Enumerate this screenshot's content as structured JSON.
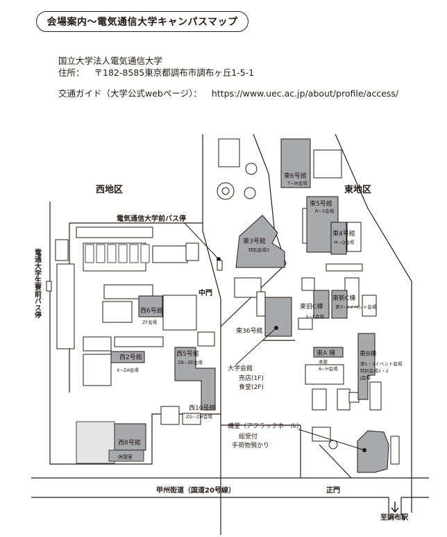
{
  "header": {
    "title": "会場案内〜電気通信大学キャンパスマップ",
    "university": "国立大学法人電気通信大学",
    "address_label": "住所：",
    "address": "〒182-8585東京都調布市調布ヶ丘1-5-1",
    "access_label": "交通ガイド（大学公式webページ）：",
    "access_url": "https://www.uec.ac.jp/about/profile/access/"
  },
  "map": {
    "areas": {
      "west": "西地区",
      "east": "東地区"
    },
    "bus_stops": {
      "uec": "電気通信大学前バス停",
      "seimei": "電通大学生寮前バス停"
    },
    "gates": {
      "middle": "中門",
      "main": "正門"
    },
    "roads": {
      "koshu": "甲州街道（国道20号線）",
      "station": "至調布駅"
    },
    "buildings": {
      "e6": {
        "name": "東6号館",
        "sub": "T~W会場"
      },
      "e5": {
        "name": "東5号館",
        "sub": "R~S会場"
      },
      "e4": {
        "name": "東4号館",
        "sub": "M~Q会場"
      },
      "e3": {
        "name": "東3号館",
        "sub": "特別会場3"
      },
      "w6": {
        "name": "西6号館",
        "sub": "ZF会場"
      },
      "oldc": {
        "name": "東旧C棟",
        "sub": "k~L会場"
      },
      "newc": {
        "name": "東新C棟",
        "sub": "第3~5イベント会場"
      },
      "e36": {
        "name": "東36号館"
      },
      "w2": {
        "name": "西2号館",
        "sub": "X~ZA会場"
      },
      "w5": {
        "name": "西5号館",
        "sub": "ZB~ZE会場"
      },
      "ea": {
        "name": "東A 棟",
        "sub1": "本部",
        "sub2": "A~H会場"
      },
      "eb": {
        "name": "東B棟",
        "sub1": "第1・2イベント会場",
        "sub2": "特別会場1・2",
        "sub3": "J会場"
      },
      "hall": {
        "name": "大学会館",
        "shop": "売店(1F)",
        "cafe": "食堂(2F)"
      },
      "w10": {
        "name": "西10号館",
        "sub": "ZG~ZM会場"
      },
      "auditorium": {
        "name": "講堂（アフラックホール）",
        "reception": "総受付",
        "baggage": "手荷物預かり"
      },
      "w8": {
        "name": "西8号館",
        "sub": "休憩室"
      }
    },
    "colors": {
      "highlight": "#a7a9ac",
      "outline": "#231815",
      "paper": "#ffffff",
      "light": "#e5e5e5"
    }
  }
}
